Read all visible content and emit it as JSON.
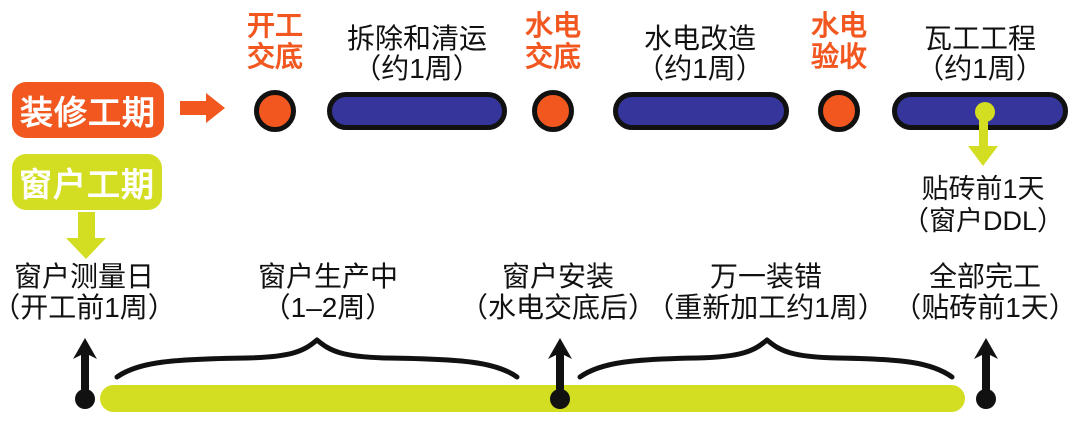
{
  "colors": {
    "orange": "#F1571F",
    "chartreuse": "#D3DD21",
    "navy": "#35359B",
    "ink": "#111111",
    "background": "#FFFFFF"
  },
  "legend": {
    "renovation": "装修工期",
    "window": "窗户工期"
  },
  "milestones": [
    {
      "line1": "开工",
      "line2": "交底"
    },
    {
      "line1": "水电",
      "line2": "交底"
    },
    {
      "line1": "水电",
      "line2": "验收"
    }
  ],
  "phases": [
    {
      "name": "拆除和清运",
      "duration": "（约1周）"
    },
    {
      "name": "水电改造",
      "duration": "（约1周）"
    },
    {
      "name": "瓦工工程",
      "duration": "（约1周）"
    }
  ],
  "ddl_note": {
    "line1": "贴砖前1天",
    "line2": "（窗户DDL）"
  },
  "window_events": [
    {
      "name": "窗户测量日",
      "detail": "（开工前1周）"
    },
    {
      "name": "窗户生产中",
      "detail": "（1–2周）"
    },
    {
      "name": "窗户安装",
      "detail": "（水电交底后）"
    },
    {
      "name": "万一装错",
      "detail": "（重新加工约1周）"
    },
    {
      "name": "全部完工",
      "detail": "（贴砖前1天）"
    }
  ]
}
